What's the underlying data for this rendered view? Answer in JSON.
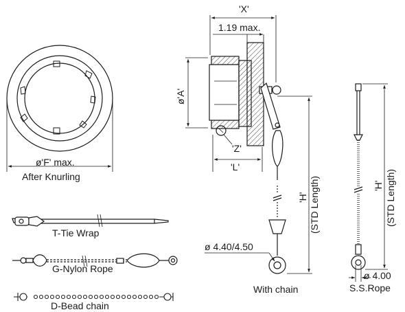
{
  "labels": {
    "x_dim": "'X'",
    "max_119": "1.19 max.",
    "dia_a": "ø'A'",
    "z": "'Z'",
    "l": "'L'",
    "f_max": "ø'F' max.",
    "after_knurling": "After Knurling",
    "h_chain": "'H'",
    "std_len_chain": "(STD Length)",
    "h_rope": "'H'",
    "std_len_rope": "(STD Length)",
    "dia_440": "ø 4.40/4.50",
    "dia_400": "ø 4.00",
    "with_chain": "With chain",
    "ss_rope": "S.S.Rope",
    "t_tie": "T-Tie Wrap",
    "g_nylon": "G-Nylon Rope",
    "d_bead": "D-Bead chain"
  },
  "colors": {
    "ink": "#1a1a1a",
    "hatch": "#444444",
    "fill": "#ffffff"
  }
}
